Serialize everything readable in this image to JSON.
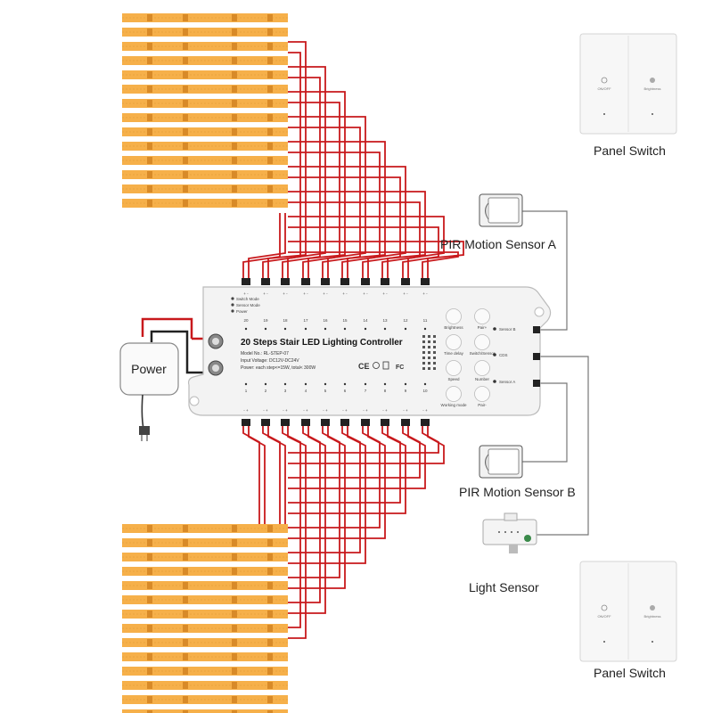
{
  "controller": {
    "title": "20 Steps Stair LED Lighting Controller",
    "model": "Model No.: RL-STEP-07",
    "input_voltage": "Input Voltage: DC12V-DC24V",
    "power": "Power: each step<=15W, total< 300W",
    "modes": [
      "Switch Mode",
      "Sensor Mode",
      "Power"
    ],
    "top_channels": [
      "20",
      "19",
      "18",
      "17",
      "16",
      "15",
      "14",
      "13",
      "12",
      "11"
    ],
    "bottom_channels": [
      "1",
      "2",
      "3",
      "4",
      "5",
      "6",
      "7",
      "8",
      "9",
      "10"
    ],
    "buttons": [
      "Brightness",
      "Pair+",
      "Time delay",
      "Switch/Sensor",
      "Speed",
      "Number",
      "Working mode",
      "Pair-"
    ],
    "ports": [
      "Sensor B",
      "CDS",
      "Sensor A"
    ]
  },
  "power_label": "Power",
  "devices": {
    "panel_switch_top": "Panel Switch",
    "pir_a": "PIR Motion Sensor A",
    "pir_b": "PIR Motion Sensor B",
    "light_sensor": "Light Sensor",
    "panel_switch_bottom": "Panel Switch"
  },
  "panel_switch_buttons": [
    "ON/OFF",
    "Brightness"
  ],
  "colors": {
    "wire_red": "#c8191c",
    "wire_black": "#222222",
    "led_strip": "#f6b04a",
    "controller_body": "#f3f3f3"
  }
}
